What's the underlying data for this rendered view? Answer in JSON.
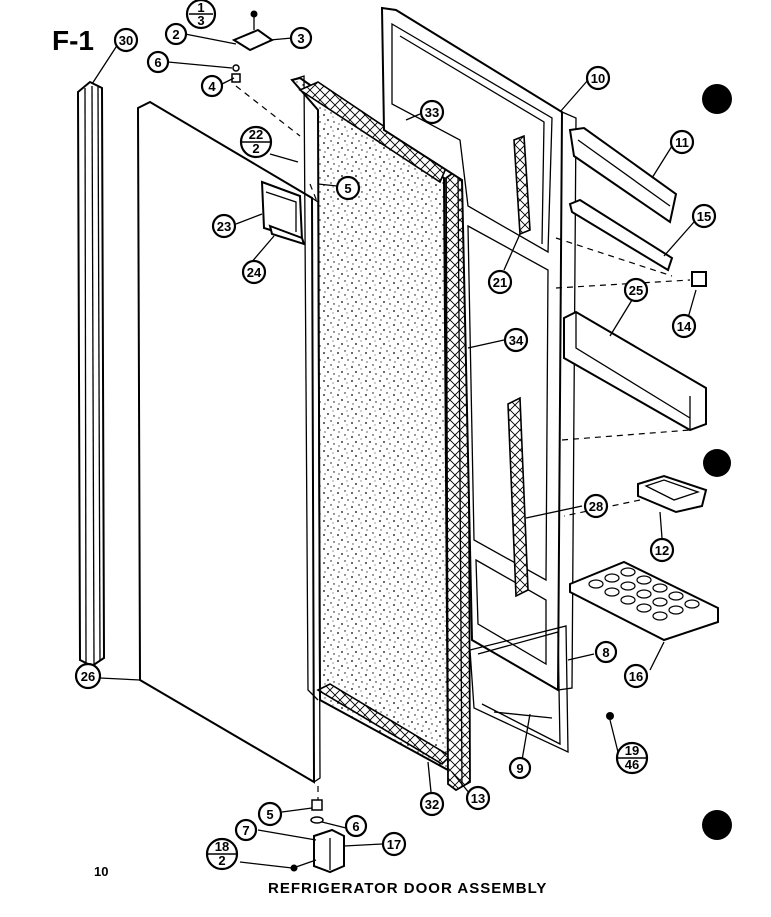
{
  "figure_id": "F-1",
  "page_number": "10",
  "caption": "REFRIGERATOR DOOR ASSEMBLY",
  "callouts": {
    "c1_3": {
      "top": "1",
      "bottom": "3"
    },
    "c2": "2",
    "c3": "3",
    "c6a": "6",
    "c4": "4",
    "c30": "30",
    "c22_2": {
      "top": "22",
      "bottom": "2"
    },
    "c5a": "5",
    "c33": "33",
    "c10": "10",
    "c11": "11",
    "c15": "15",
    "c23": "23",
    "c24": "24",
    "c21": "21",
    "c25": "25",
    "c14": "14",
    "c34": "34",
    "c12": "12",
    "c28": "28",
    "c16": "16",
    "c8": "8",
    "c26": "26",
    "c19_46": {
      "top": "19",
      "bottom": "46"
    },
    "c9": "9",
    "c32": "32",
    "c13": "13",
    "c5b": "5",
    "c6b": "6",
    "c7": "7",
    "c17": "17",
    "c18_2": {
      "top": "18",
      "bottom": "2"
    }
  }
}
